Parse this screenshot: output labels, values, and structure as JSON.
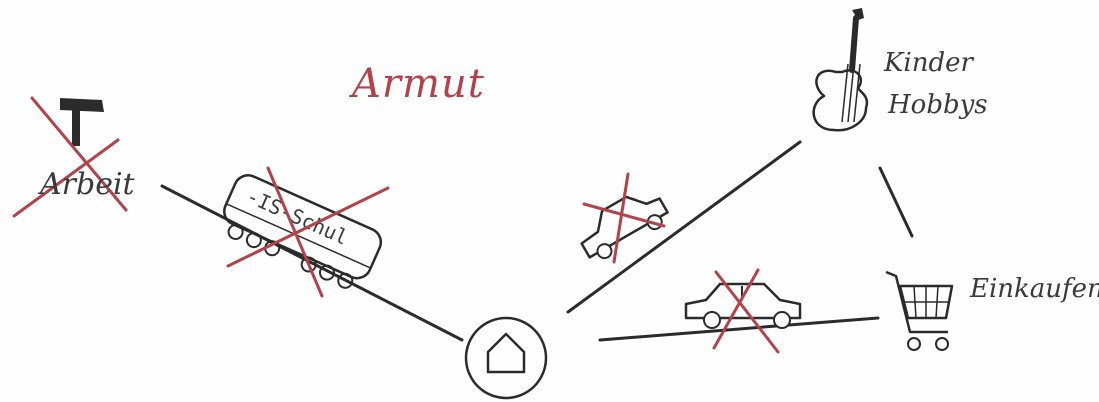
{
  "title": "Armut",
  "labels": {
    "arbeit": "Arbeit",
    "kinder": "Kinder",
    "hobbys": "Hobbys",
    "einkaufen": "Einkaufen"
  },
  "bus_plate": "-IS-Schul",
  "icons": [
    "hammer-icon",
    "bus-icon",
    "home-icon",
    "car-icon",
    "guitar-icon",
    "shopping-cart-icon"
  ],
  "colors": {
    "ink": "#2b2b2b",
    "cross": "#b3424a"
  }
}
